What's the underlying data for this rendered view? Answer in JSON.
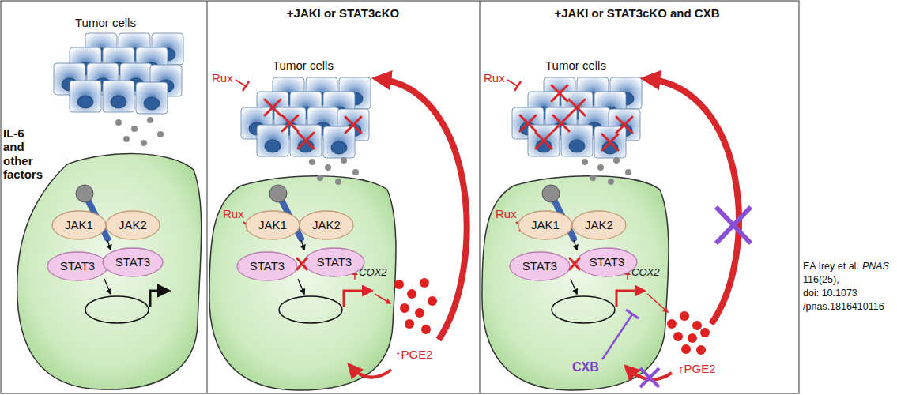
{
  "diagram": {
    "nodes": [
      {
        "text": [
          "JAK1"
        ]
      },
      {
        "text": [
          "JAK2"
        ]
      },
      {
        "text": [
          "STAT3"
        ]
      },
      {
        "text": [
          "STAT3"
        ]
      },
      {
        "text": [
          "JAK1"
        ]
      },
      {
        "text": [
          "JAK2"
        ]
      },
      {
        "text": [
          "STAT3"
        ]
      },
      {
        "text": [
          "STAT3"
        ]
      },
      {
        "text": [
          "JAK1"
        ]
      },
      {
        "text": [
          "JAK2"
        ]
      },
      {
        "text": [
          "STAT3"
        ]
      },
      {
        "text": [
          "STAT3"
        ]
      }
    ],
    "labels": [
      "Tumor cells",
      "IL-6 and other factors",
      "+JAKI or STAT3cKO",
      "Rux",
      "Tumor cells",
      "Rux",
      "COX2",
      "↑PGE2",
      "+JAKI or STAT3cKO and CXB",
      "Rux",
      "Tumor cells",
      "Rux",
      "COX2",
      "↑PGE2",
      "CXB",
      "EA Irey et al.",
      "PNAS",
      "116(25),",
      "doi: 10.1073",
      "/pnas.1816410116"
    ]
  }
}
